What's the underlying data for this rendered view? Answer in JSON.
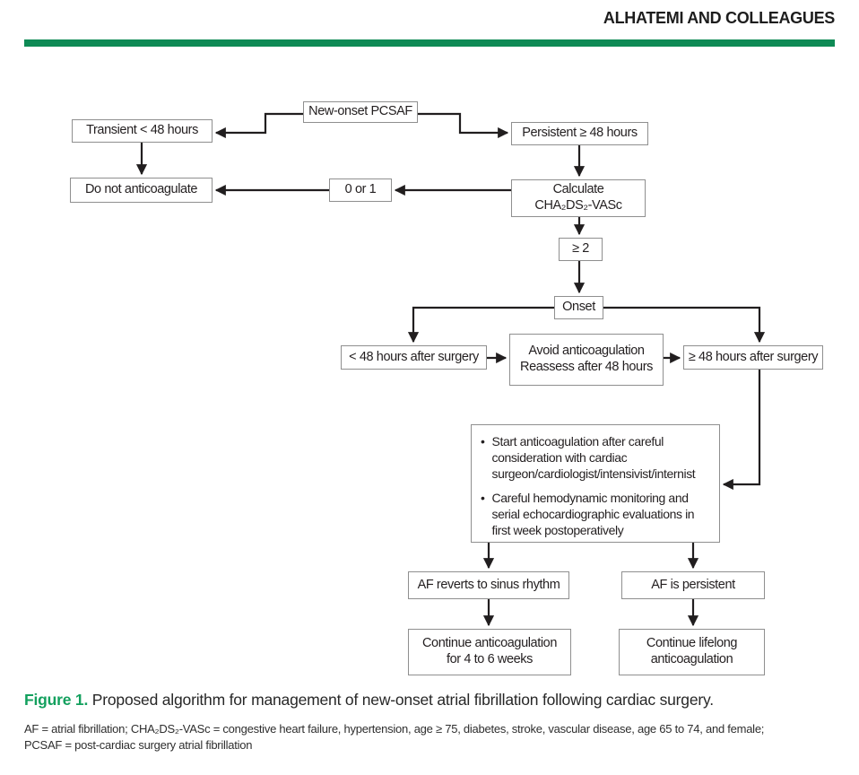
{
  "header": {
    "running_title": "ALHATEMI AND COLLEAGUES"
  },
  "colors": {
    "accent_green": "#0e8a55",
    "caption_green": "#13a05e",
    "box_border_gray": "#8f8f8f",
    "line_black": "#211e1f"
  },
  "icons": {
    "bullet": "•"
  },
  "flowchart": {
    "nodes": {
      "new_onset": "New-onset PCSAF",
      "transient": "Transient < 48 hours",
      "persistent": "Persistent ≥ 48 hours",
      "do_not_anticoagulate": "Do not anticoagulate",
      "score_0_or_1": "0 or 1",
      "calculate_score": "Calculate\nCHA₂DS₂-VASc",
      "score_ge_2": "≥ 2",
      "onset": "Onset",
      "lt_48_after_surgery": "< 48 hours after surgery",
      "avoid_anticoagulation": "Avoid anticoagulation\nReassess after 48 hours",
      "ge_48_after_surgery": "≥ 48 hours after surgery",
      "af_reverts": "AF reverts to sinus rhythm",
      "af_persistent": "AF is persistent",
      "continue_4_to_6_weeks": "Continue anticoagulation\nfor 4 to 6 weeks",
      "continue_lifelong": "Continue lifelong\nanticoagulation"
    },
    "management_box": {
      "bullets": [
        "Start anticoagulation after careful consideration with cardiac surgeon/cardiologist/intensivist/internist",
        "Careful hemodynamic monitoring and serial echocardiographic evaluations in first week postoperatively"
      ]
    }
  },
  "figure": {
    "caption_label": "Figure 1.",
    "caption_text": " Proposed algorithm for management of new-onset atrial fibrillation following cardiac surgery.",
    "footnote_lines": [
      "AF = atrial fibrillation; CHA₂DS₂-VASc = congestive heart failure, hypertension, age ≥ 75, diabetes, stroke, vascular disease, age 65 to 74, and female;",
      "PCSAF = post-cardiac surgery atrial fibrillation"
    ]
  }
}
